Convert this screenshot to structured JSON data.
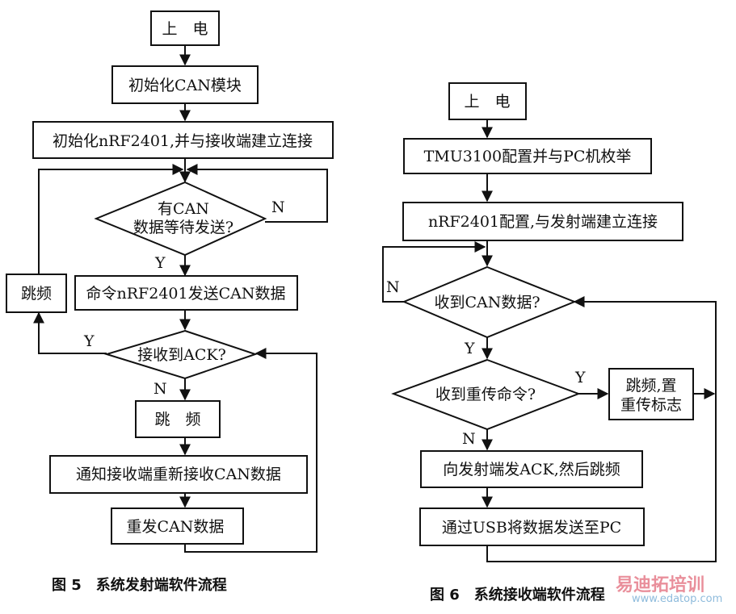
{
  "figure5": {
    "caption": "图 5　系统发射端软件流程",
    "nodes": {
      "power_on": "上　电",
      "init_can": "初始化CAN模块",
      "init_rf": "初始化nRF2401,并与接收端建立连接",
      "decision_can_line1": "有CAN",
      "decision_can_line2": "数据等待发送?",
      "send_can": "命令nRF2401发送CAN数据",
      "hop": "跳频",
      "decision_ack": "接收到ACK?",
      "hop2": "跳　频",
      "notify": "通知接收端重新接收CAN数据",
      "resend": "重发CAN数据"
    },
    "labels": {
      "n1": "N",
      "y1": "Y",
      "y2": "Y",
      "n2": "N"
    }
  },
  "figure6": {
    "caption": "图 6　系统接收端软件流程",
    "nodes": {
      "power_on": "上　电",
      "config_tmu": "TMU3100配置并与PC机枚举",
      "config_rf": "nRF2401配置,与发射端建立连接",
      "decision_recv": "收到CAN数据?",
      "decision_retx": "收到重传命令?",
      "hop_line1": "跳频,置",
      "hop_line2": "重传标志",
      "send_ack": "向发射端发ACK,然后跳频",
      "send_pc": "通过USB将数据发送至PC"
    },
    "labels": {
      "n1": "N",
      "y1": "Y",
      "y2": "Y",
      "n2": "N"
    }
  },
  "watermark": {
    "brand": "易迪拓培训",
    "url": "www.edatop.com"
  }
}
